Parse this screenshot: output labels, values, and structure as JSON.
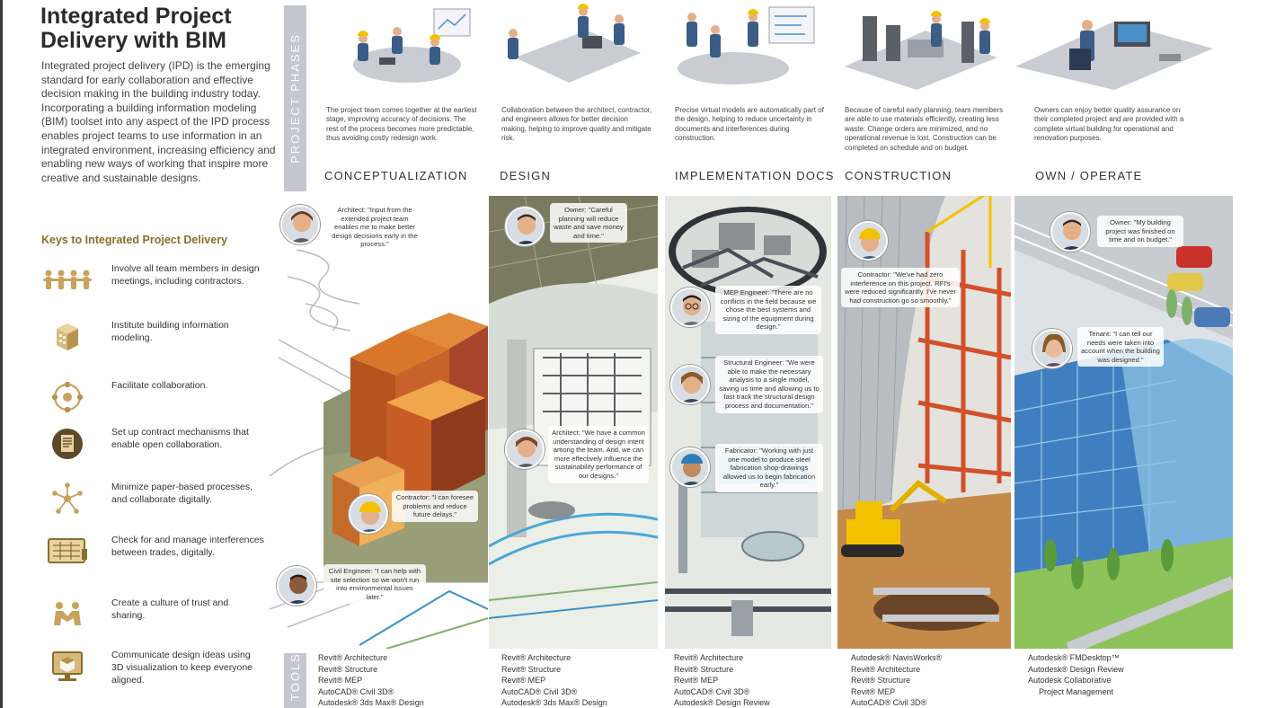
{
  "title": "Integrated Project Delivery with BIM",
  "intro": "Integrated project delivery (IPD) is the emerging standard for early collaboration and effective decision making in the building industry today. Incorporating a building information modeling (BIM) toolset into any aspect of the IPD process enables project teams to use information in an integrated environment, increasing efficiency and enabling new ways of working that inspire more creative and sustainable designs.",
  "keys": {
    "heading": "Keys to Integrated Project Delivery",
    "items": [
      {
        "icon": "team-people-icon",
        "text": "Involve all team members in design meetings, including contractors."
      },
      {
        "icon": "building-model-icon",
        "text": "Institute building information modeling."
      },
      {
        "icon": "collaboration-network-icon",
        "text": "Facilitate collaboration."
      },
      {
        "icon": "contract-document-icon",
        "text": "Set up contract mechanisms that enable open collaboration."
      },
      {
        "icon": "digital-network-icon",
        "text": "Minimize paper-based processes, and collaborate digitally."
      },
      {
        "icon": "interference-screen-icon",
        "text": "Check for and manage interferences between trades, digitally."
      },
      {
        "icon": "trust-handshake-icon",
        "text": "Create a culture of trust and sharing."
      },
      {
        "icon": "3d-visualization-monitor-icon",
        "text": "Communicate design ideas using 3D visualization to keep everyone aligned."
      }
    ]
  },
  "bands": {
    "phases": "PROJECT PHASES",
    "tools": "TOOLS"
  },
  "columns": [
    {
      "phase": "CONCEPTUALIZATION",
      "description": "The project team comes together at the earliest stage, improving accuracy of decisions. The rest of the process becomes more predictable, thus avoiding costly redesign work.",
      "quotes": [
        "Architect: \"Input from the extended project team enables me to make better design decisions early in the process.\"",
        "Contractor: \"I can foresee problems and reduce future delays.\"",
        "Civil Engineer: \"I can help with site selection so we won't run into environmental issues later.\""
      ],
      "tools": [
        "Revit® Architecture",
        "Revit® Structure",
        "Revit® MEP",
        "AutoCAD® Civil 3D®",
        "Autodesk® 3ds Max® Design"
      ]
    },
    {
      "phase": "DESIGN",
      "description": "Collaboration between the architect, contractor, and engineers allows for better decision making, helping to improve quality and mitigate risk.",
      "quotes": [
        "Owner: \"Careful planning will reduce waste and save money and time.\"",
        "Architect: \"We have a common understanding of design intent among the team. And, we can more effectively influence the sustainability performance of our designs.\""
      ],
      "tools": [
        "Revit® Architecture",
        "Revit® Structure",
        "Revit® MEP",
        "AutoCAD® Civil 3D®",
        "Autodesk® 3ds Max® Design"
      ]
    },
    {
      "phase": "IMPLEMENTATION DOCS",
      "description": "Precise virtual models are automatically part of the design, helping to reduce uncertainty in documents and interferences during construction.",
      "quotes": [
        "MEP Engineer: \"There are no conflicts in the field because we chose the best systems and sizing of the equipment during design.\"",
        "Structural Engineer: \"We were able to make the necessary analysis to a single model, saving us time and allowing us to fast track the structural design process and documentation.\"",
        "Fabricator: \"Working with just one model to produce steel fabrication shop-drawings allowed us to begin fabrication early.\""
      ],
      "tools": [
        "Revit® Architecture",
        "Revit® Structure",
        "Revit® MEP",
        "AutoCAD® Civil 3D®",
        "Autodesk® Design Review"
      ]
    },
    {
      "phase": "CONSTRUCTION",
      "description": "Because of careful early planning, team members are able to use materials efficiently, creating less waste. Change orders are minimized, and no operational revenue is lost. Construction can be completed on schedule and on budget.",
      "quotes": [
        "Contractor: \"We've had zero interference on this project. RFI's were reduced significantly. I've never had construction go so smoothly.\""
      ],
      "tools": [
        "Autodesk® NavisWorks®",
        "Revit® Architecture",
        "Revit® Structure",
        "Revit® MEP",
        "AutoCAD® Civil 3D®"
      ]
    },
    {
      "phase": "OWN / OPERATE",
      "description": "Owners can enjoy better quality assurance on their completed project and are provided with a complete virtual building for operational and renovation purposes.",
      "quotes": [
        "Owner: \"My building project was finished on time and on budget.\"",
        "Tenant: \"I can tell our needs were taken into account when the building was designed.\""
      ],
      "tools": [
        "Autodesk® FMDesktop™",
        "Autodesk® Design Review",
        "Autodesk Collaborative",
        "Project Management"
      ]
    }
  ],
  "colors": {
    "keys_heading": "#8a6f2c",
    "band": "#c4c6d0",
    "icon_gold": "#c9a25e",
    "icon_dark": "#5c4a2a"
  }
}
